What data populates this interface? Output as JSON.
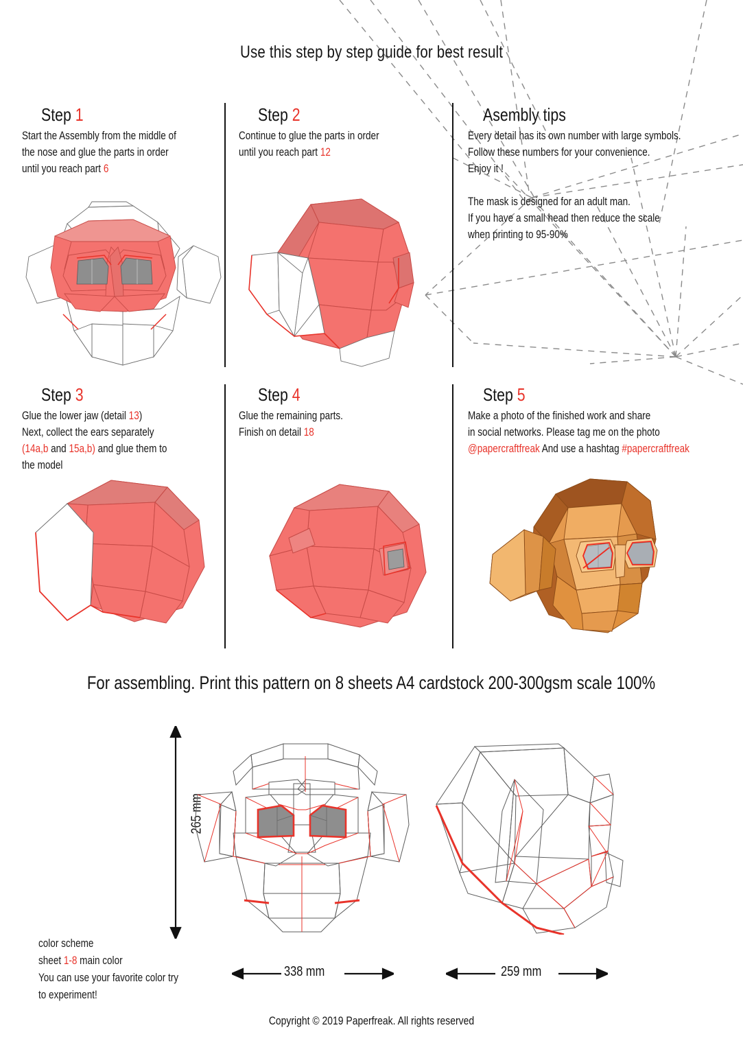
{
  "document": {
    "title": "Use this step by step guide for best result",
    "assemble_line": "For assembling. Print this pattern on 8 sheets A4 cardstock 200-300gsm scale 100%",
    "copyright": "Copyright © 2019 Paperfreak. All rights reserved"
  },
  "colors": {
    "accent_red": "#e8332a",
    "paper_red_fill": "#f4726e",
    "paper_red_shade": "#d9635f",
    "eye_socket_grey": "#8e8e8e",
    "ink_black": "#151515",
    "line_grey": "#6b6b6b",
    "render_orange_light": "#f0a95e",
    "render_orange_mid": "#dd8434",
    "render_orange_dark": "#a95a21",
    "render_tan": "#f7c98c"
  },
  "steps": [
    {
      "id": "step-1",
      "heading_label": "Step",
      "heading_number": "1",
      "lines": [
        {
          "segments": [
            {
              "t": "Start the Assembly from the middle of",
              "c": "black"
            }
          ]
        },
        {
          "segments": [
            {
              "t": "the nose and glue the parts in order",
              "c": "black"
            }
          ]
        },
        {
          "segments": [
            {
              "t": "until you reach part ",
              "c": "black"
            },
            {
              "t": "6",
              "c": "red"
            }
          ]
        }
      ],
      "figure": "skull-front-step1"
    },
    {
      "id": "step-2",
      "heading_label": "Step",
      "heading_number": "2",
      "lines": [
        {
          "segments": [
            {
              "t": "Continue to glue the parts in order",
              "c": "black"
            }
          ]
        },
        {
          "segments": [
            {
              "t": "until you reach part ",
              "c": "black"
            },
            {
              "t": "12",
              "c": "red"
            }
          ]
        }
      ],
      "figure": "skull-three-quarter-step2"
    },
    {
      "id": "asembly-tips",
      "heading_label": "Asembly tips",
      "heading_number": "",
      "lines": [
        {
          "segments": [
            {
              "t": "Every detail has its own number with large symbols.",
              "c": "black"
            }
          ]
        },
        {
          "segments": [
            {
              "t": "Follow these numbers for your convenience.",
              "c": "black"
            }
          ]
        },
        {
          "segments": [
            {
              "t": "Enjoy it !",
              "c": "black"
            }
          ]
        },
        {
          "segments": [
            {
              "t": " ",
              "c": "black"
            }
          ]
        },
        {
          "segments": [
            {
              "t": "The mask is designed for an adult man.",
              "c": "black"
            }
          ]
        },
        {
          "segments": [
            {
              "t": "If you have a small head then reduce the scale",
              "c": "black"
            }
          ]
        },
        {
          "segments": [
            {
              "t": "when printing to 95-90%",
              "c": "black"
            }
          ]
        }
      ],
      "figure": "dashed-web"
    },
    {
      "id": "step-3",
      "heading_label": "Step",
      "heading_number": "3",
      "lines": [
        {
          "segments": [
            {
              "t": "Glue the lower jaw (detail ",
              "c": "black"
            },
            {
              "t": "13",
              "c": "red"
            },
            {
              "t": ")",
              "c": "black"
            }
          ]
        },
        {
          "segments": [
            {
              "t": "Next, collect the ears separately",
              "c": "black"
            }
          ]
        },
        {
          "segments": [
            {
              "t": "(",
              "c": "red"
            },
            {
              "t": "14a,b",
              "c": "red"
            },
            {
              "t": " and ",
              "c": "black"
            },
            {
              "t": "15a,b",
              "c": "red"
            },
            {
              "t": ")",
              "c": "red"
            },
            {
              "t": " and glue them to",
              "c": "black"
            }
          ]
        },
        {
          "segments": [
            {
              "t": "the model",
              "c": "black"
            }
          ]
        }
      ],
      "figure": "skull-jaw-step3"
    },
    {
      "id": "step-4",
      "heading_label": "Step",
      "heading_number": "4",
      "lines": [
        {
          "segments": [
            {
              "t": "Glue the remaining parts.",
              "c": "black"
            }
          ]
        },
        {
          "segments": [
            {
              "t": "Finish on detail ",
              "c": "black"
            },
            {
              "t": "18",
              "c": "red"
            }
          ]
        }
      ],
      "figure": "skull-side-step4"
    },
    {
      "id": "step-5",
      "heading_label": "Step",
      "heading_number": "5",
      "lines": [
        {
          "segments": [
            {
              "t": "Make a photo of the finished work and share",
              "c": "black"
            }
          ]
        },
        {
          "segments": [
            {
              "t": "in social networks. Please tag me on the photo",
              "c": "black"
            }
          ]
        },
        {
          "segments": [
            {
              "t": "@papercraftfreak",
              "c": "red"
            },
            {
              "t": " And use a hashtag ",
              "c": "black"
            },
            {
              "t": "#papercraftfreak",
              "c": "red"
            }
          ]
        }
      ],
      "figure": "skull-render-step5"
    }
  ],
  "pattern": {
    "dimensions": {
      "height": "265 mm",
      "front_width": "338 mm",
      "side_width": "259 mm"
    },
    "figures": [
      {
        "id": "pattern-front",
        "name": "skull-pattern-front-view"
      },
      {
        "id": "pattern-side",
        "name": "skull-pattern-side-view"
      }
    ],
    "color_scheme": [
      {
        "segments": [
          {
            "t": "color  scheme",
            "c": "black"
          }
        ]
      },
      {
        "segments": [
          {
            "t": "sheet  ",
            "c": "black"
          },
          {
            "t": "1-8",
            "c": "red"
          },
          {
            "t": " main color",
            "c": "black"
          }
        ]
      },
      {
        "segments": [
          {
            "t": "You can use your favorite color try",
            "c": "black"
          }
        ]
      },
      {
        "segments": [
          {
            "t": "to experiment!",
            "c": "black"
          }
        ]
      }
    ]
  },
  "social": {
    "handle": "@papercraftfreak",
    "hashtag": "#papercraftfreak"
  }
}
